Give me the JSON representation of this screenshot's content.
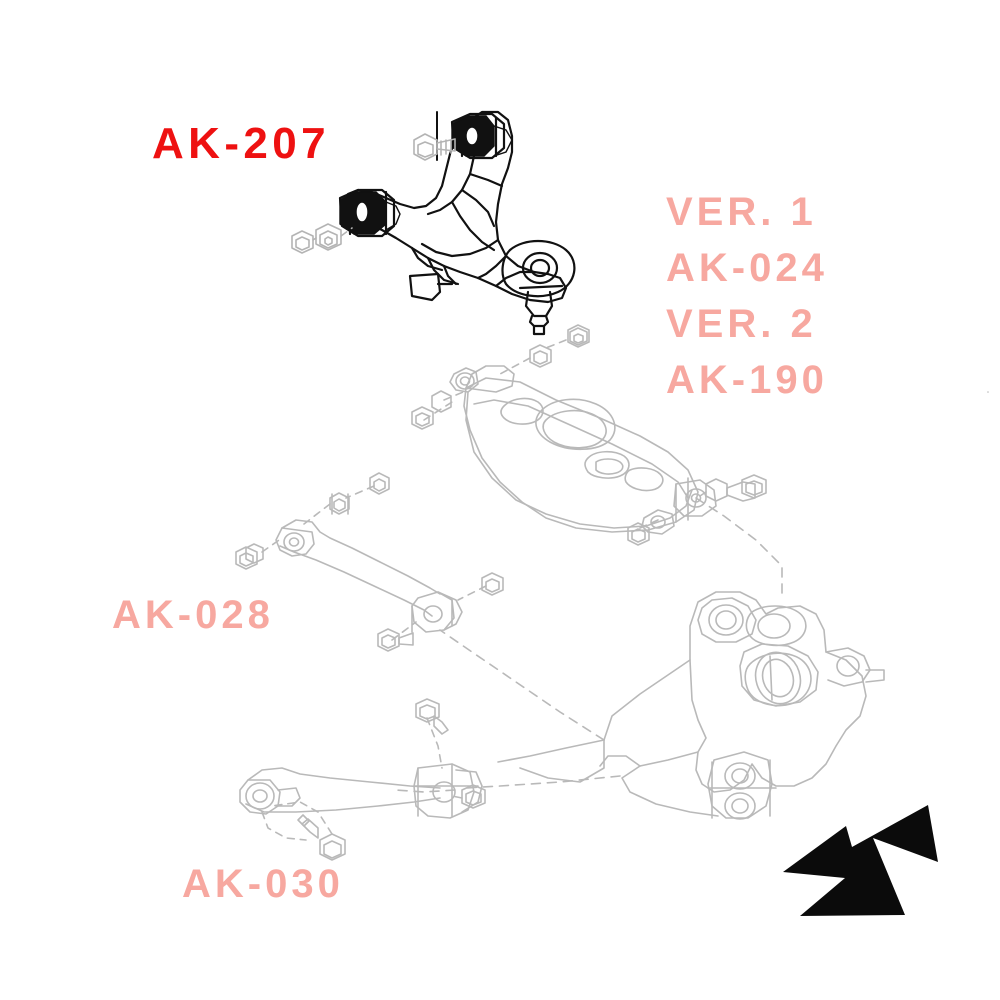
{
  "diagram": {
    "title": "Rear suspension arm kit exploded diagram",
    "background_color": "#ffffff",
    "highlight_color": "#ee1111",
    "ghost_color": "#f7a8a0",
    "line_color_highlight": "#111111",
    "line_color_ghost": "#b9b9b9"
  },
  "labels": {
    "upper_arm": "AK-207",
    "ver1_title": "VER. 1",
    "ver1_code": "AK-024",
    "ver2_title": "VER. 2",
    "ver2_code": "AK-190",
    "toe_link": "AK-028",
    "lower_link": "AK-030"
  },
  "parts": [
    {
      "code": "AK-207",
      "name": "upper-control-arm",
      "state": "highlighted"
    },
    {
      "code": "AK-024",
      "name": "lower-control-arm-ver-1",
      "state": "ghost"
    },
    {
      "code": "AK-190",
      "name": "lower-control-arm-ver-2",
      "state": "ghost"
    },
    {
      "code": "AK-028",
      "name": "toe-link-arm",
      "state": "ghost"
    },
    {
      "code": "AK-030",
      "name": "trailing-link-arm",
      "state": "ghost"
    }
  ],
  "annotations": {
    "arrow": "down-left-arrow"
  }
}
